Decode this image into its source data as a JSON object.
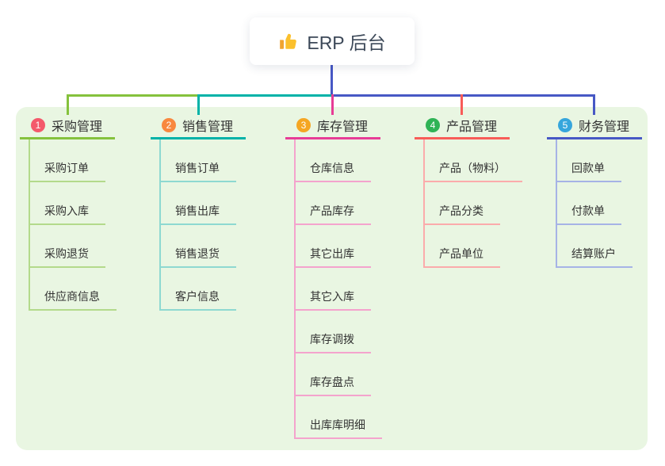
{
  "root": {
    "icon": "thumbs-up",
    "label": "ERP 后台"
  },
  "branches": [
    {
      "number": "1",
      "title": "采购管理",
      "badge_color": "#f4596b",
      "line_color": "#85c23d",
      "sub_line_color": "#b3da8b",
      "children": [
        "采购订单",
        "采购入库",
        "采购退货",
        "供应商信息"
      ]
    },
    {
      "number": "2",
      "title": "销售管理",
      "badge_color": "#f8883f",
      "line_color": "#00b2a8",
      "sub_line_color": "#8ed9d1",
      "children": [
        "销售订单",
        "销售出库",
        "销售退货",
        "客户信息"
      ]
    },
    {
      "number": "3",
      "title": "库存管理",
      "badge_color": "#f5a623",
      "line_color": "#e73c96",
      "sub_line_color": "#f4a3cd",
      "children": [
        "仓库信息",
        "产品库存",
        "其它出库",
        "其它入库",
        "库存调拨",
        "库存盘点",
        "出库库明细"
      ]
    },
    {
      "number": "4",
      "title": "产品管理",
      "badge_color": "#2fb356",
      "line_color": "#f85c58",
      "sub_line_color": "#fbabab",
      "children": [
        "产品（物料）",
        "产品分类",
        "产品单位"
      ]
    },
    {
      "number": "5",
      "title": "财务管理",
      "badge_color": "#36a6dc",
      "line_color": "#4758c5",
      "sub_line_color": "#a6b3e6",
      "children": [
        "回款单",
        "付款单",
        "结算账户"
      ]
    }
  ],
  "colors": {
    "canvas_bg": "#ffffff",
    "panel_bg": "#e9f6e2",
    "text": "#333333",
    "root_text": "#3c4858",
    "thumb_gold": "#fbc02d",
    "thumb_sleeve": "#f0a431"
  }
}
